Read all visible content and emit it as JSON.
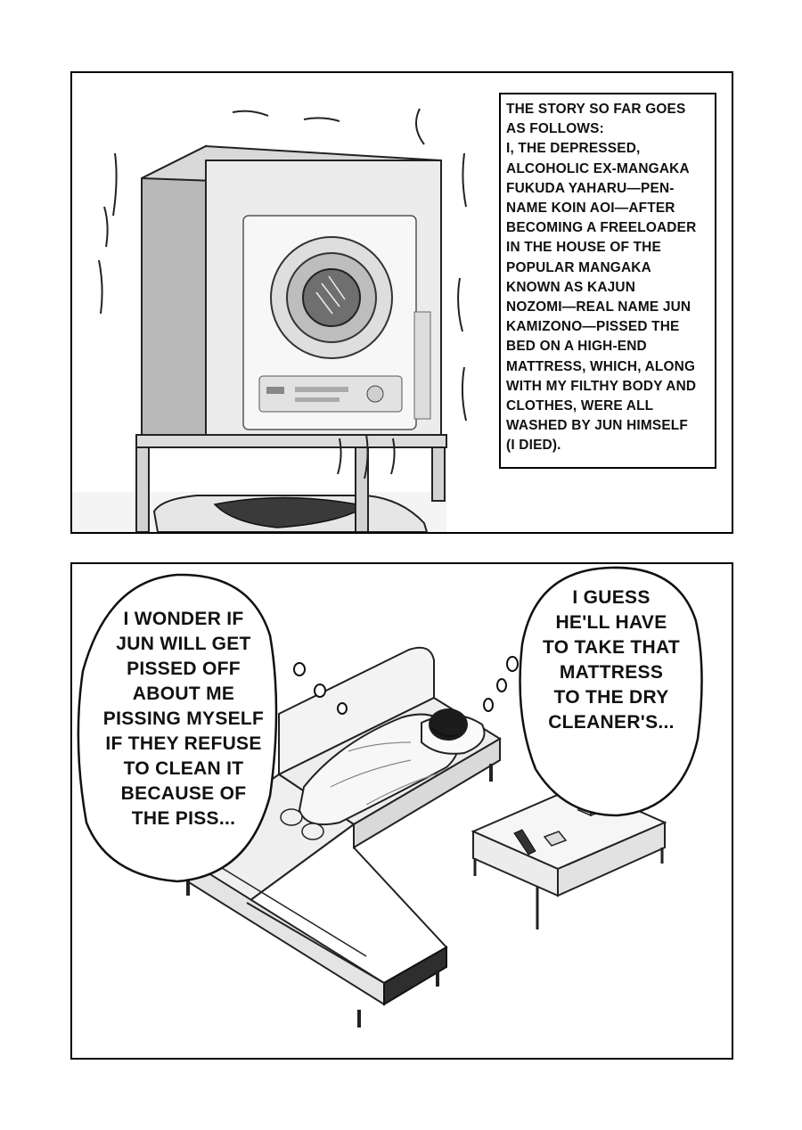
{
  "panel1": {
    "caption_lines": [
      "THE STORY SO FAR GOES",
      "AS FOLLOWS:",
      "I, THE DEPRESSED,",
      "ALCOHOLIC EX-MANGAKA",
      "FUKUDA YAHARU—PEN-",
      "NAME KOIN AOI—AFTER",
      "BECOMING A FREELOADER",
      "IN THE HOUSE OF THE",
      "POPULAR MANGAKA",
      "KNOWN AS KAJUN",
      "NOZOMI—REAL NAME JUN",
      "KAMIZONO—PISSED THE",
      "BED ON A HIGH-END",
      "MATTRESS, WHICH, ALONG",
      "WITH MY FILTHY BODY AND",
      "CLOTHES, WERE ALL",
      "WASHED BY JUN HIMSELF",
      "(I DIED)."
    ]
  },
  "panel2": {
    "left_bubble_lines": [
      "I WONDER IF",
      "JUN WILL GET",
      "PISSED OFF",
      "ABOUT ME",
      "PISSING MYSELF",
      "IF THEY REFUSE",
      "TO CLEAN IT",
      "BECAUSE OF",
      "THE PISS..."
    ],
    "right_bubble_lines": [
      "I GUESS",
      "HE'LL HAVE",
      "TO TAKE THAT",
      "MATTRESS",
      "TO THE DRY",
      "CLEANER'S..."
    ]
  }
}
